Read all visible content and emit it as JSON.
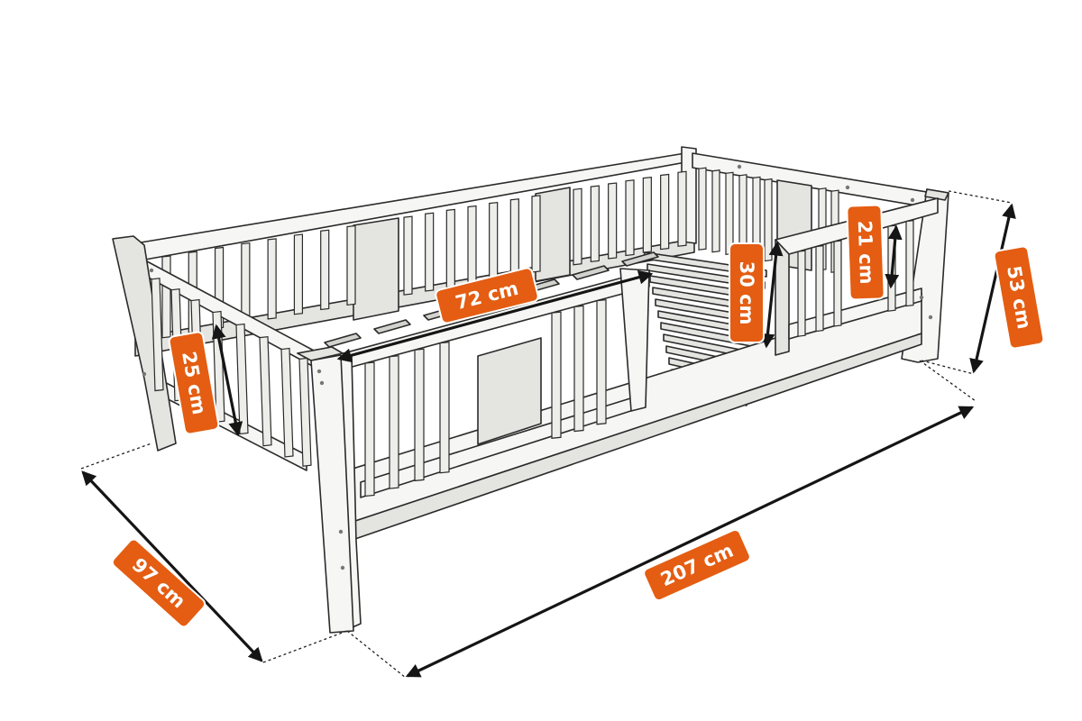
{
  "dimensions": {
    "length": "207 cm",
    "width": "97 cm",
    "height": "53 cm",
    "opening": "72 cm",
    "rail_front": "25 cm",
    "rail_inner": "30 cm",
    "rail_end": "21 cm"
  },
  "colors": {
    "badge": "#e45d12",
    "badge_text": "#ffffff",
    "arrow": "#151515",
    "wood": "#f6f6f4"
  }
}
